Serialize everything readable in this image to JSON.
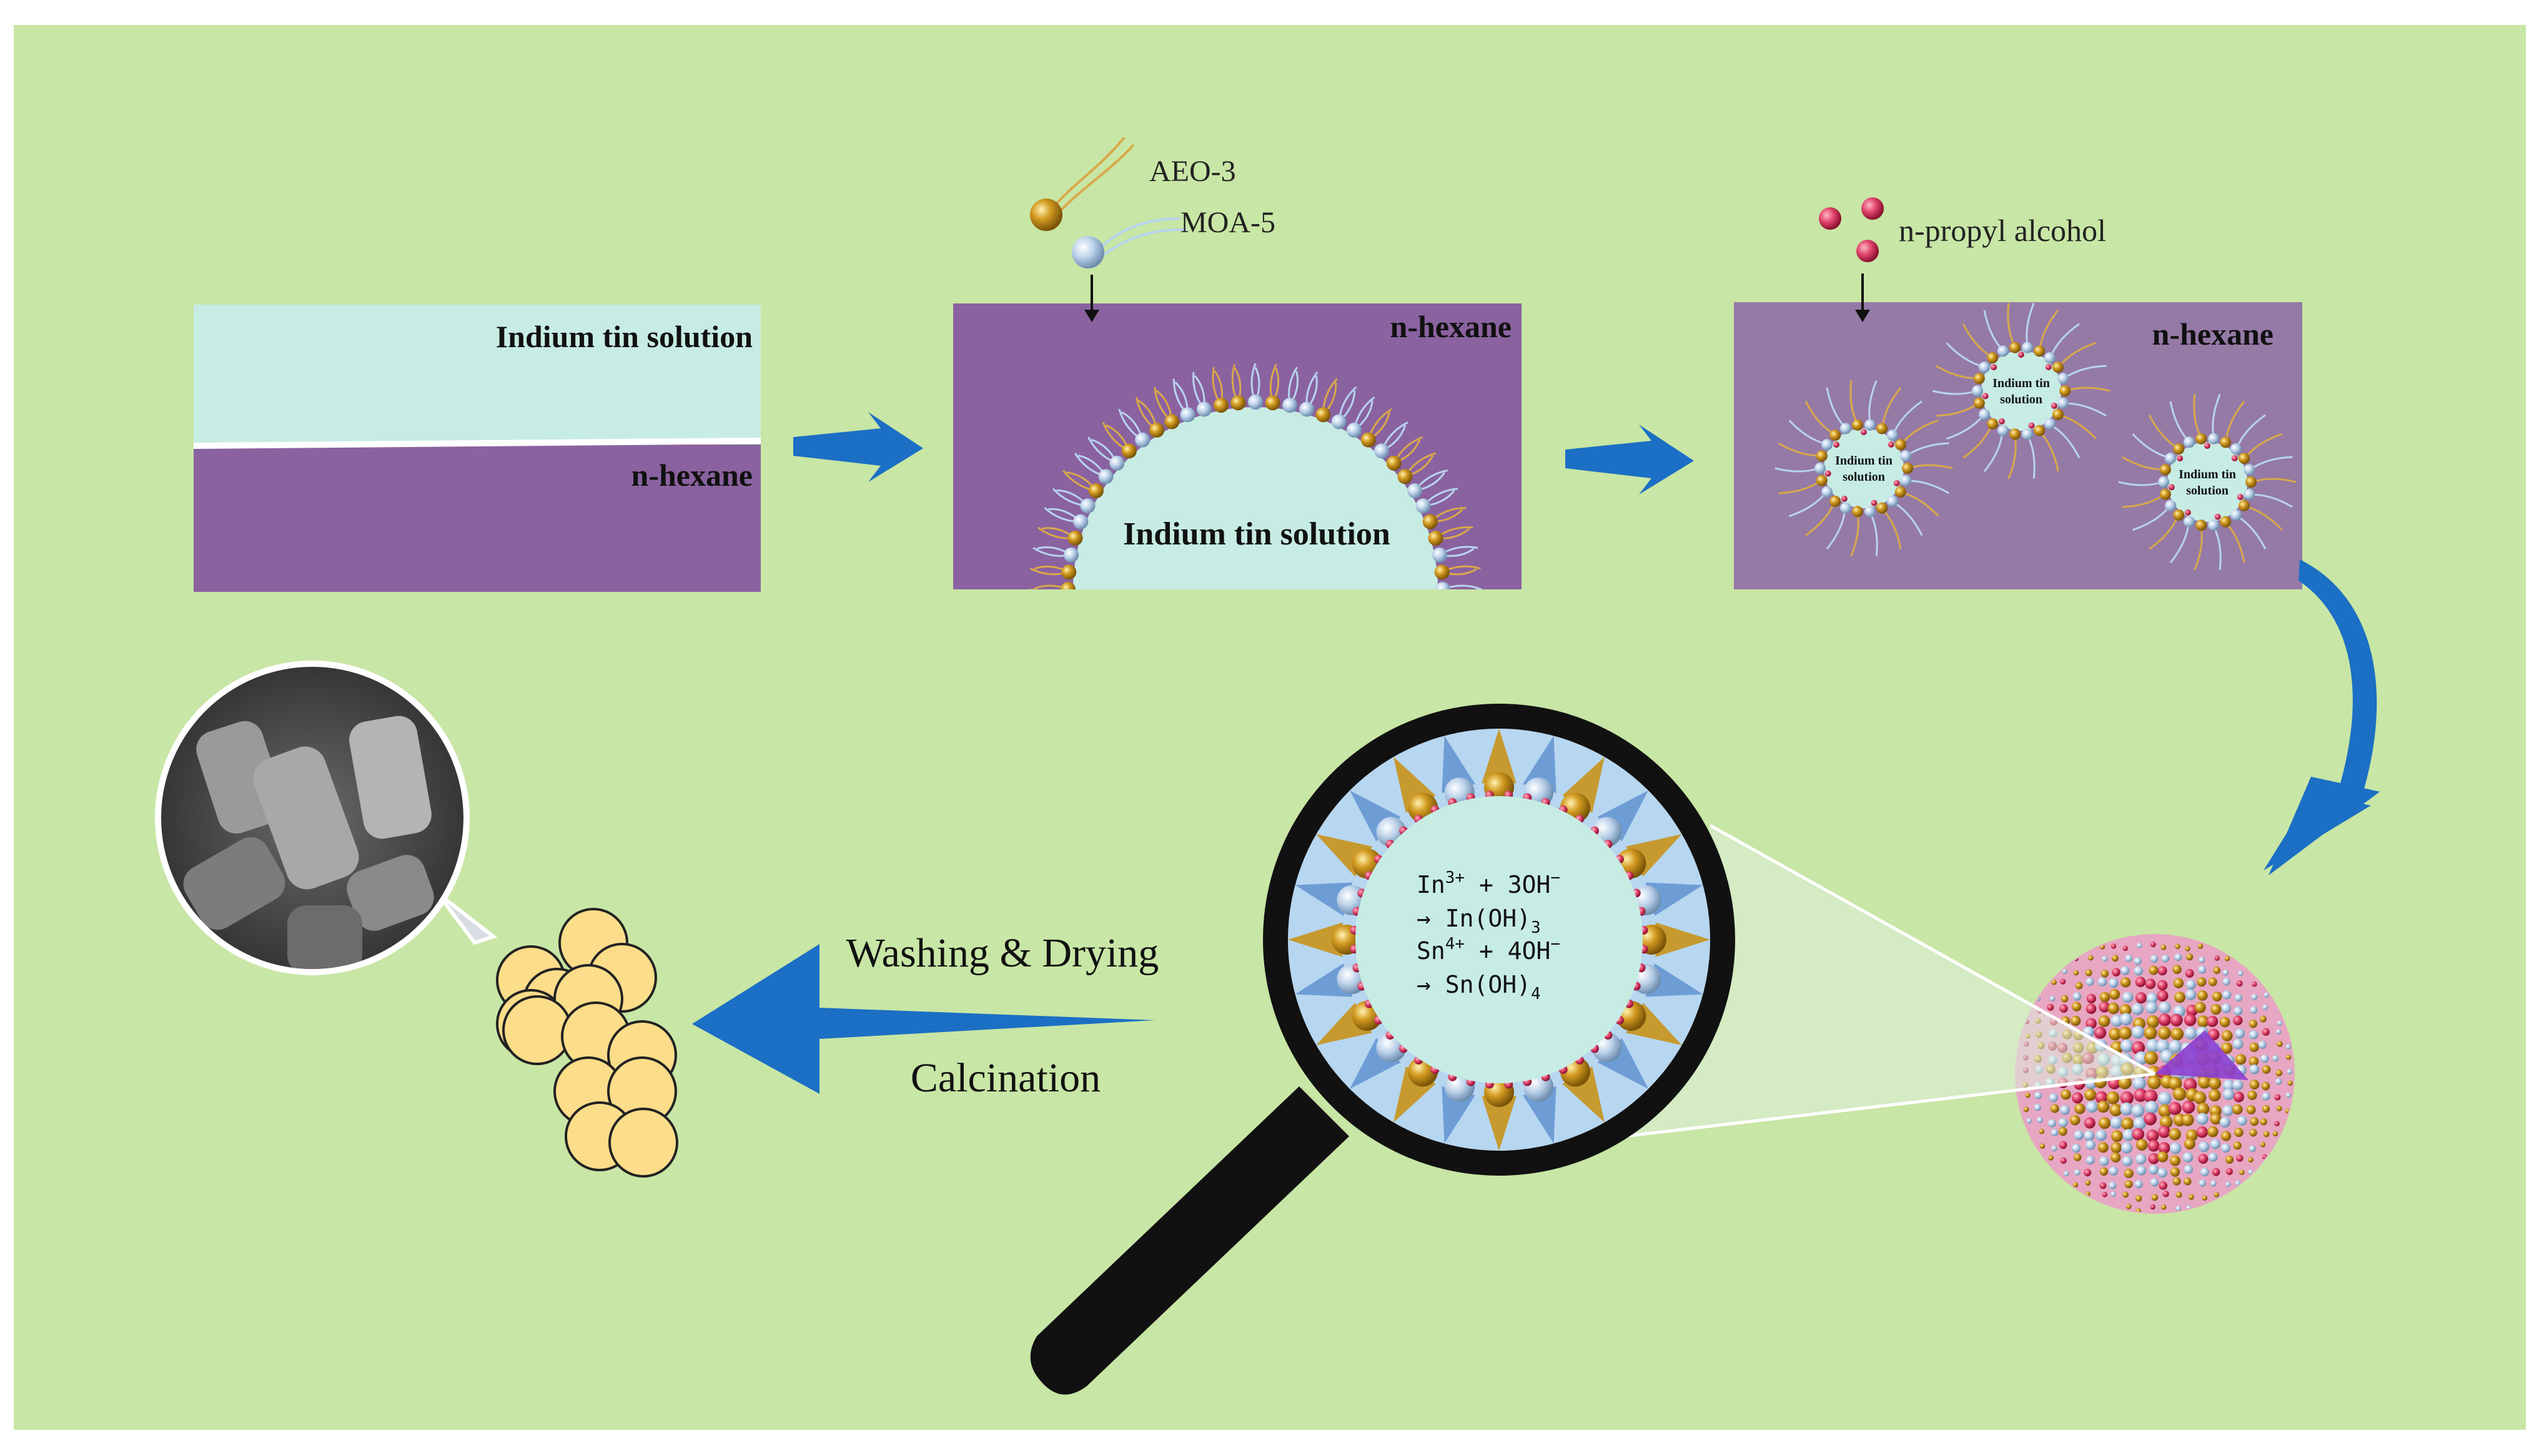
{
  "colors": {
    "background": "#c8e6a5",
    "hexane": "#8a62a0",
    "aqueous": "#c7ece4",
    "arrow": "#1b6fc4",
    "gold_bead": "#c8941a",
    "blue_bead": "#b8cfe6",
    "red_bead": "#e0436a",
    "product_particle": "#fbdd8a"
  },
  "panel1": {
    "top_label": "Indium tin solution",
    "bottom_label": "n-hexane"
  },
  "panel2": {
    "surfactant_1": "AEO-3",
    "surfactant_2": "MOA-5",
    "oil_label": "n-hexane",
    "droplet_label": "Indium tin solution"
  },
  "panel3": {
    "additive": "n-propyl alcohol",
    "oil_label": "n-hexane",
    "micelle_label_1": "Indium tin",
    "micelle_label_2": "solution"
  },
  "reaction": {
    "line1_base": "In",
    "line1_sup": "3+",
    "line1_rest": " + 3OH",
    "line1_sup2": "−",
    "line2_base": "→ In(OH)",
    "line2_sub": "3",
    "line3_base": "Sn",
    "line3_sup": "4+",
    "line3_rest": " + 4OH",
    "line3_sup2": "−",
    "line4_base": "→ Sn(OH)",
    "line4_sub": "4"
  },
  "steps": {
    "step1": "Washing & Drying",
    "step2": "Calcination"
  }
}
